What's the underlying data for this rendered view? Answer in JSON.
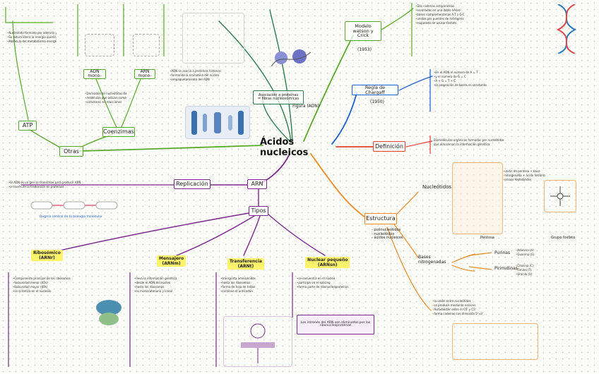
{
  "center": {
    "title": "Ácidos nucleicos"
  },
  "green": {
    "otras": "Otras",
    "atp": "ATP",
    "coenzimas": "Coenzimas",
    "adn_mono": "ADN mono-",
    "arn_mono": "ARN mono-",
    "modelo": "Modelo\nwatson y Crick",
    "modelo_sub": "(1953)",
    "asociacion": "Asociación a proteínas\n= fibras nucleosómicas",
    "fig_dna": "Figura (ADN)",
    "notes_top_left": [
      "Nucleótido formado por adenina y 3 P",
      "Su rotura libera la energía química",
      "Molécula del metabolismo energético"
    ],
    "notes_coenz": [
      "Derivados de nucleótidos de",
      "moléculas que actúan como",
      "cofactores en reacciones"
    ],
    "notes_chromatin": [
      "ADN se asocia a proteínas histonas",
      "formando la cromatina del núcleo",
      "empaquetamiento del ADN"
    ],
    "notes_right": [
      "Dos cadenas antiparalelas",
      "enrolladas en una doble hélice",
      "bases complementarias A-T y G-C",
      "unidas por puentes de hidrógeno",
      "esqueleto de azúcar-fosfato"
    ]
  },
  "blue": {
    "regla": "Regla de Chargaff",
    "regla_sub": "(1950)",
    "notes": [
      "En el ADN el número de A = T",
      "y el número de G = C",
      "A + G = T + C",
      "la proporción de bases es constante"
    ]
  },
  "red": {
    "definicion": "Definición",
    "notes": [
      "Biomoléculas orgánicas formadas por nucleótidos",
      "que almacenan la información genética"
    ]
  },
  "orange": {
    "estructura": "Estructura",
    "sub": "- polinucleótidos\n- nucleótidos\n- ácidos nucleicos",
    "nucleotidos": "Nucleótidos",
    "bases": "Bases\nnitrogenadas",
    "purinas": "Purinas",
    "pirimidinas": "Pirimidinas",
    "pentosa": "Pentosa",
    "grupo_fosfato": "Grupo fosfato",
    "notes_nuc": [
      "unión de pentosa + base",
      "nitrogenada + ácido fosfórico",
      "enlace fosfodiéster"
    ],
    "notes_purinas": [
      "Adenina (A)",
      "Guanina (G)"
    ],
    "notes_pirim": [
      "Citosina (C)",
      "Timina (T)",
      "Uracilo (U)"
    ],
    "notes_bottom": [
      "la unión entre nucleótidos",
      "se produce mediante enlaces",
      "fosfodiéster entre el C5' y C3'",
      "forma cadenas con dirección 5'→3'"
    ]
  },
  "purple": {
    "replicacion": "Replicación",
    "arn": "ARN",
    "tipos": "Tipos",
    "ribosomico": "Ribosómico\n(ARNr)",
    "mensajero": "Mensajero\n(ARNm)",
    "transferencia": "Transferencia\n(ARNt)",
    "nuclear": "Nuclear pequeño\n(ARNsn)",
    "dogma": "Dogma central de la biología molecular",
    "notes_top": [
      "El ADN es un gen se transcribe para producir ARN",
      "a través de la traducción en proteínas"
    ],
    "notes_ribo": [
      "Componente principal de los ribosomas",
      "Subunidad menor (40s)",
      "Subunidad mayor (60s)",
      "se sintetiza en el nucleolo"
    ],
    "notes_mens": [
      "lleva la información genética",
      "desde el ADN del núcleo",
      "hasta los ribosomas",
      "es monocatenario y lineal"
    ],
    "notes_trans": [
      "transporta aminoácidos",
      "hasta los ribosomas",
      "forma de hoja de trébol",
      "contiene el anticodón"
    ],
    "notes_nuclear": [
      "se encuentra en el núcleo",
      "participa en el splicing",
      "forma parte de ribonucleoproteínas"
    ],
    "nuclear_box": "Los intrones del ARN son eliminados por las ribonucleoproteínas"
  },
  "colors": {
    "green": "#5aaa2a",
    "dark_green": "#2f7d4f",
    "blue": "#1c5fd6",
    "red": "#e5443b",
    "orange": "#ee8a23",
    "purple": "#7b2a8c",
    "highlight": "#fff36b"
  }
}
